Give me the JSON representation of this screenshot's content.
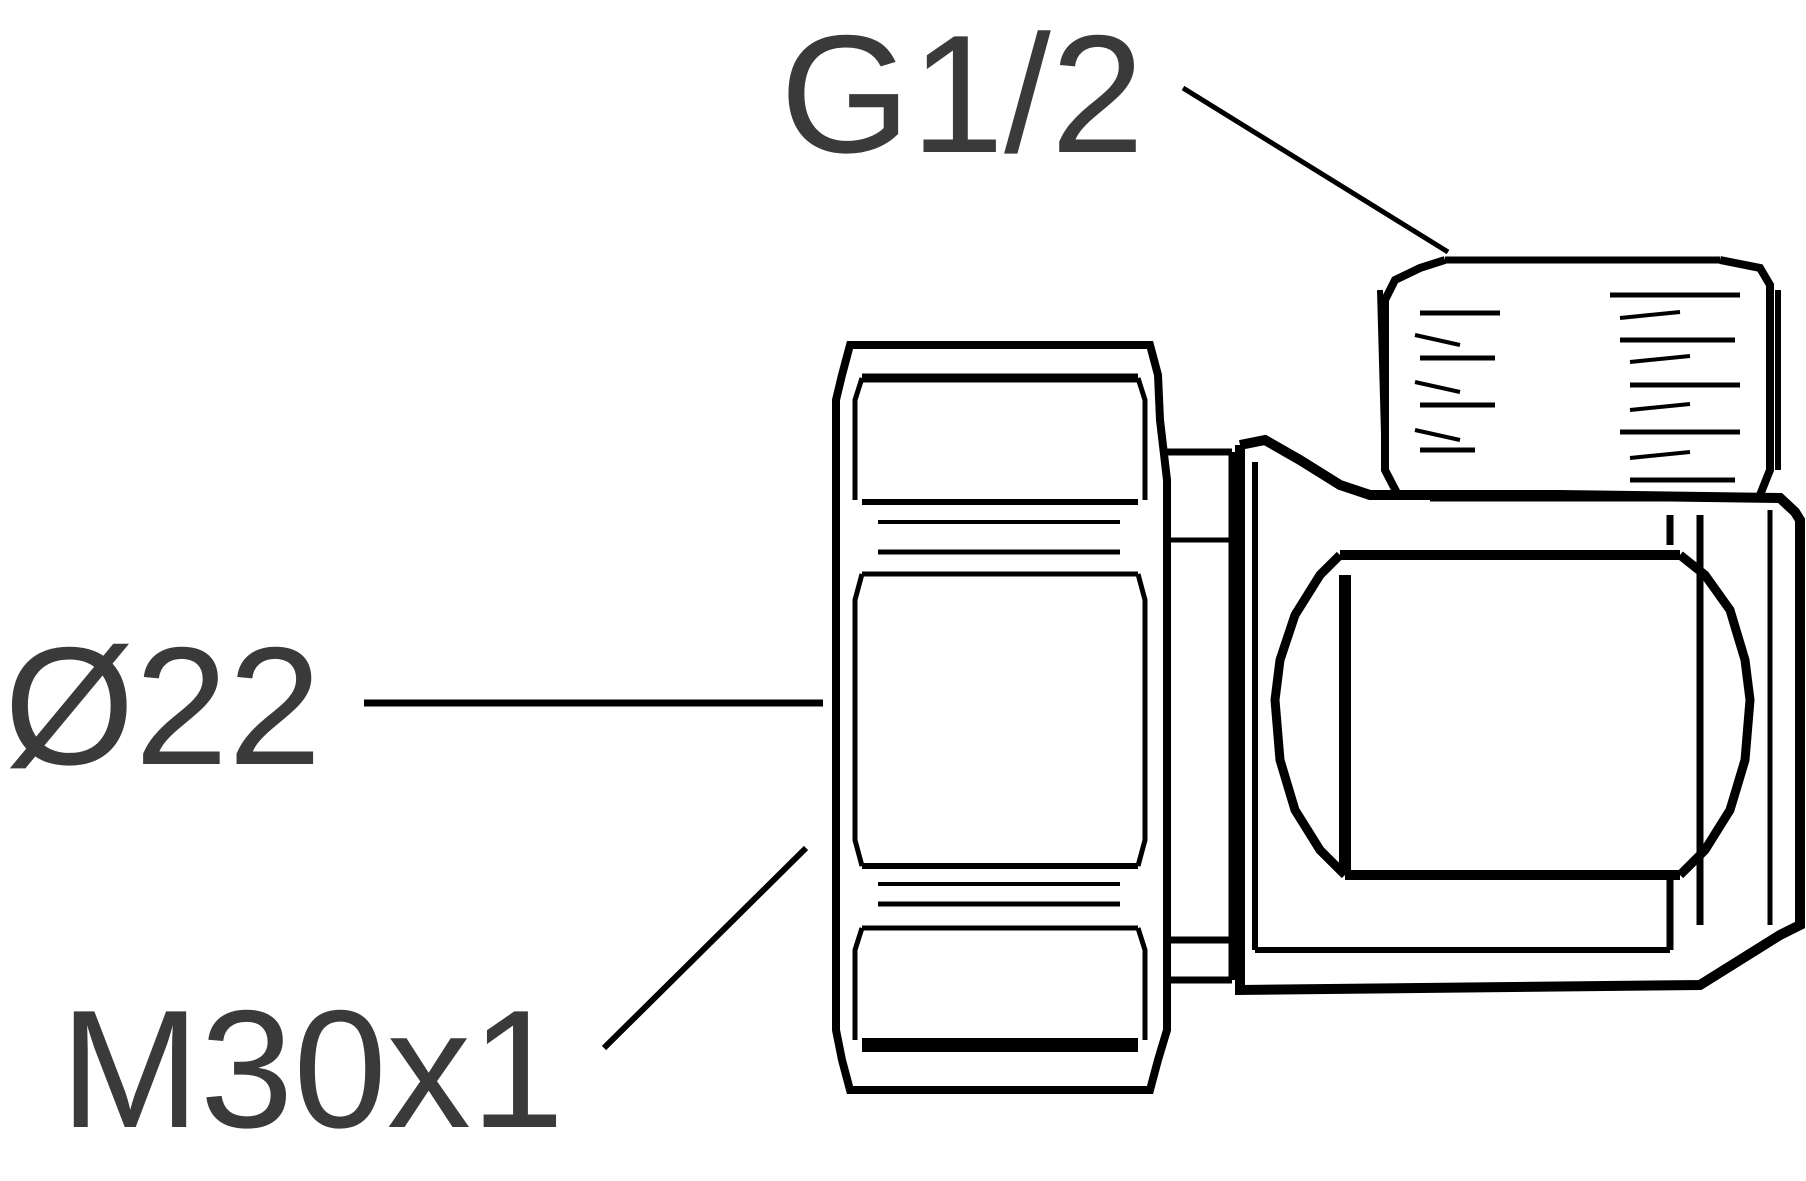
{
  "diagram": {
    "labels": {
      "thread_g": "G1/2",
      "diameter": "Ø22",
      "thread_m": "M30x1"
    },
    "colors": {
      "stroke": "#000000",
      "text": "#3a3a3a",
      "background": "#ffffff"
    }
  }
}
